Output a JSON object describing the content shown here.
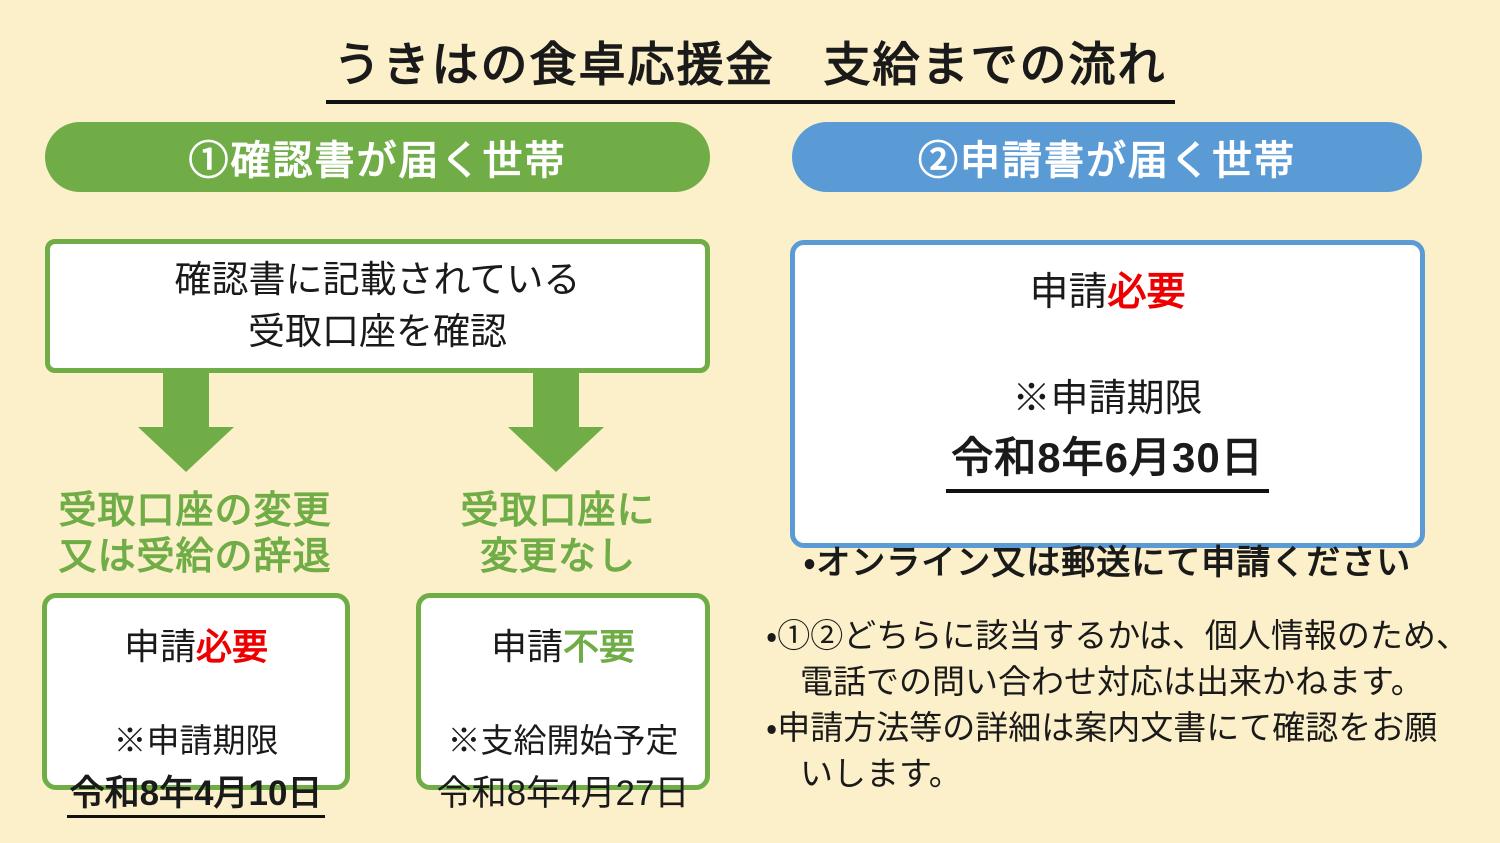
{
  "colors": {
    "background": "#FCF0CB",
    "green_accent": "#70AD47",
    "blue_accent": "#5B9BD5",
    "status_required_red": "#EE0000",
    "status_not_required_green": "#70AD47",
    "text": "#1A1A1A"
  },
  "title": "うきはの食卓応援金　支給までの流れ",
  "left_flow": {
    "header": "①確認書が届く世帯",
    "check_box": {
      "lines": [
        "確認書に記載されている",
        "受取口座を確認"
      ]
    },
    "branches": [
      {
        "label_lines": [
          "受取口座の変更",
          "又は受給の辞退"
        ],
        "result": {
          "prefix": "申請",
          "status": "必要",
          "note": "※申請期限",
          "date": "令和8年4月10日"
        }
      },
      {
        "label_lines": [
          "受取口座に",
          "変更なし"
        ],
        "result": {
          "prefix": "申請",
          "status": "不要",
          "note": "※支給開始予定",
          "date": "令和8年4月27日"
        }
      }
    ]
  },
  "right_flow": {
    "header": "②申請書が届く世帯",
    "box": {
      "prefix": "申請",
      "status": "必要",
      "note": "※申請期限",
      "date": "令和8年6月30日",
      "method": "・オンライン又は郵送にて申請ください"
    }
  },
  "notes": {
    "lines": [
      "・①②どちらに該当するかは、個人情報のため、",
      "電話での問い合わせ対応は出来かねます。",
      "・申請方法等の詳細は案内文書にて確認をお願",
      "いします。"
    ]
  }
}
